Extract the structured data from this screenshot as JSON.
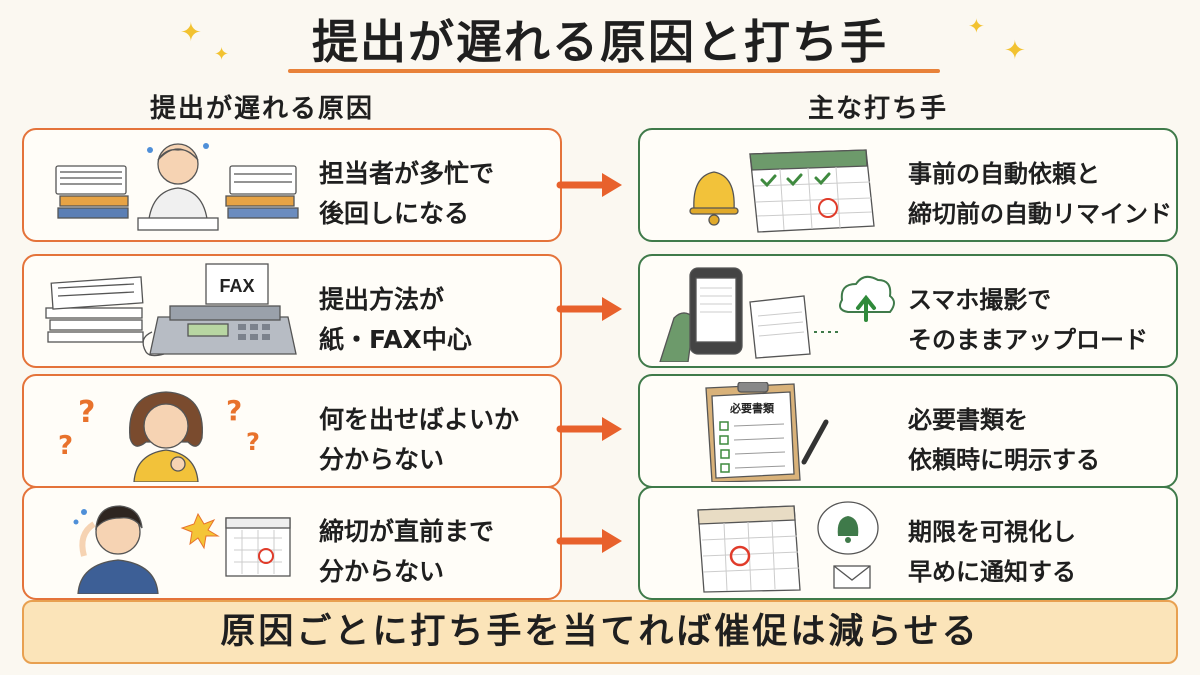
{
  "title": "提出が遅れる原因と打ち手",
  "causes_heading": "提出が遅れる原因",
  "solutions_heading": "主な打ち手",
  "causes": [
    {
      "line1": "担当者が多忙で",
      "line2": "後回しになる",
      "icon": "overworked-person-icon"
    },
    {
      "line1": "提出方法が",
      "line2": "紙・FAX中心",
      "icon": "fax-machine-icon",
      "illus_label": "FAX"
    },
    {
      "line1": "何を出せばよいか",
      "line2": "分からない",
      "icon": "confused-person-icon"
    },
    {
      "line1": "締切が直前まで",
      "line2": "分からない",
      "icon": "panicked-person-icon"
    }
  ],
  "solutions": [
    {
      "line1": "事前の自動依頼と",
      "line2": "締切前の自動リマインド",
      "icon": "bell-calendar-icon"
    },
    {
      "line1": "スマホ撮影で",
      "line2": "そのままアップロード",
      "icon": "phone-upload-icon"
    },
    {
      "line1": "必要書類を",
      "line2": "依頼時に明示する",
      "icon": "checklist-icon",
      "illus_label": "必要書類"
    },
    {
      "line1": "期限を可視化し",
      "line2": "早めに通知する",
      "icon": "calendar-notification-icon"
    }
  ],
  "banner": "原因ごとに打ち手を当てれば催促は減らせる",
  "colors": {
    "cause_border": "#e4733a",
    "solution_border": "#3f7a4a",
    "arrow": "#e8612c",
    "banner_bg": "#fbe4b9",
    "banner_border": "#e8a050",
    "title_underline": "#e8823a"
  }
}
